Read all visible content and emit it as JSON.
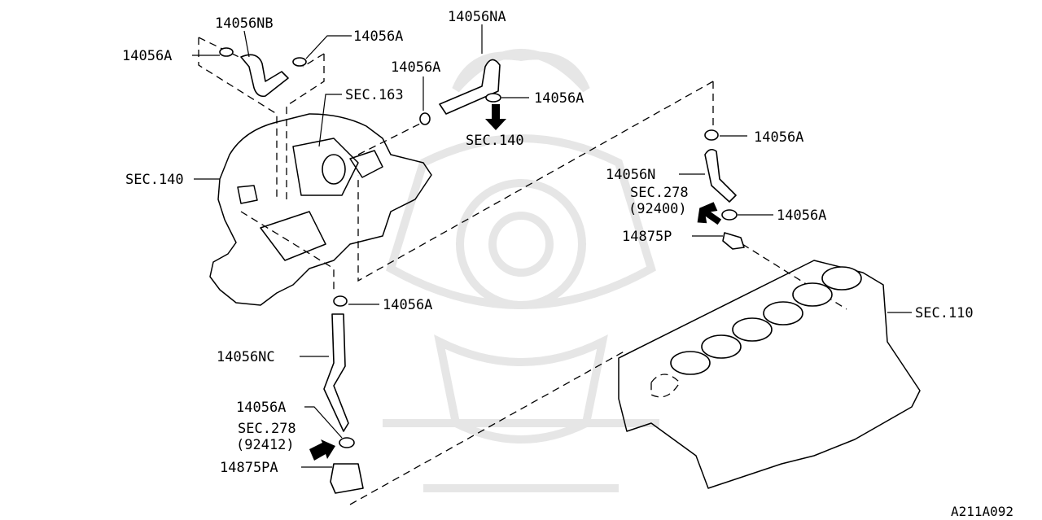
{
  "diagram": {
    "reference": "A211A092",
    "labels": {
      "p14056nb": "14056NB",
      "p14056a_topleft": "14056A",
      "p14056a_top": "14056A",
      "p14056na": "14056NA",
      "p14056a_mid": "14056A",
      "p14056a_right1": "14056A",
      "sec163": "SEC.163",
      "sec140_arrow": "SEC.140",
      "sec140_left": "SEC.140",
      "p14056a_right2": "14056A",
      "p14056n": "14056N",
      "sec278_upper": "SEC.278",
      "sec278_upper_code": "(92400)",
      "p14056a_right3": "14056A",
      "p14875p": "14875P",
      "p14056a_center": "14056A",
      "sec110": "SEC.110",
      "p14056nc": "14056NC",
      "p14056a_lower": "14056A",
      "sec278_lower": "SEC.278",
      "sec278_lower_code": "(92412)",
      "p14875pa": "14875PA"
    }
  }
}
